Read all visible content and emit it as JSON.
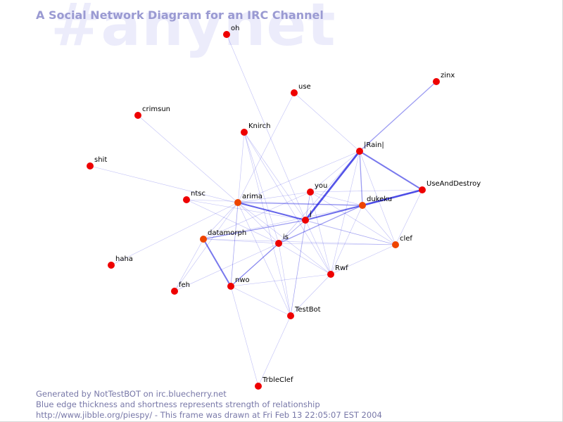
{
  "watermark": "#anynet",
  "title": "A Social Network Diagram for an IRC Channel",
  "footer": {
    "line1": "Generated by NotTestBOT on irc.bluecherry.net",
    "line2": "Blue edge thickness and shortness represents strength of relationship",
    "line3": "http://www.jibble.org/piespy/ - This frame was drawn at Fri Feb 13 22:05:07 EST 2004"
  },
  "colors": {
    "node_default": "#ee0000",
    "node_highlight": "#ee4400",
    "edge": "#0000dd",
    "title": "#9a9ad2",
    "watermark": "#ececfb",
    "footer": "#7878a8"
  },
  "nodes": [
    {
      "id": "oh",
      "label": "oh"
    },
    {
      "id": "use",
      "label": "use"
    },
    {
      "id": "zinx",
      "label": "zinx"
    },
    {
      "id": "crimsun",
      "label": "crimsun"
    },
    {
      "id": "Knirch",
      "label": "Knirch"
    },
    {
      "id": "Rain",
      "label": "|Rain|"
    },
    {
      "id": "shit",
      "label": "shit"
    },
    {
      "id": "UseAndDestroy",
      "label": "UseAndDestroy"
    },
    {
      "id": "ntsc",
      "label": "ntsc"
    },
    {
      "id": "arima",
      "label": "arima",
      "highlight": true
    },
    {
      "id": "you",
      "label": "you"
    },
    {
      "id": "dukeku",
      "label": "dukeku",
      "highlight": true
    },
    {
      "id": "j",
      "label": "j"
    },
    {
      "id": "datamorph",
      "label": "datamorph",
      "highlight": true
    },
    {
      "id": "is",
      "label": "is"
    },
    {
      "id": "clef",
      "label": "clef",
      "highlight": true
    },
    {
      "id": "haha",
      "label": "haha"
    },
    {
      "id": "Rwf",
      "label": "Rwf"
    },
    {
      "id": "feh",
      "label": "feh"
    },
    {
      "id": "nwo",
      "label": "nwo"
    },
    {
      "id": "TestBot",
      "label": "TestBot"
    },
    {
      "id": "TrbleClef",
      "label": "TrbleClef"
    }
  ],
  "edges": [
    {
      "source": "oh",
      "target": "j",
      "strength": 1
    },
    {
      "source": "use",
      "target": "arima",
      "strength": 1
    },
    {
      "source": "use",
      "target": "Rain",
      "strength": 1
    },
    {
      "source": "zinx",
      "target": "Rain",
      "strength": 2
    },
    {
      "source": "crimsun",
      "target": "arima",
      "strength": 1
    },
    {
      "source": "shit",
      "target": "j",
      "strength": 1
    },
    {
      "source": "Knirch",
      "target": "nwo",
      "strength": 1
    },
    {
      "source": "Knirch",
      "target": "Rwf",
      "strength": 1
    },
    {
      "source": "Knirch",
      "target": "TestBot",
      "strength": 1
    },
    {
      "source": "Knirch",
      "target": "j",
      "strength": 1
    },
    {
      "source": "Knirch",
      "target": "is",
      "strength": 1
    },
    {
      "source": "Rain",
      "target": "j",
      "strength": 4
    },
    {
      "source": "Rain",
      "target": "UseAndDestroy",
      "strength": 3
    },
    {
      "source": "Rain",
      "target": "dukeku",
      "strength": 2
    },
    {
      "source": "Rain",
      "target": "arima",
      "strength": 1
    },
    {
      "source": "Rain",
      "target": "clef",
      "strength": 1
    },
    {
      "source": "Rain",
      "target": "is",
      "strength": 1
    },
    {
      "source": "Rain",
      "target": "Rwf",
      "strength": 1
    },
    {
      "source": "Rain",
      "target": "you",
      "strength": 1
    },
    {
      "source": "UseAndDestroy",
      "target": "dukeku",
      "strength": 4
    },
    {
      "source": "UseAndDestroy",
      "target": "clef",
      "strength": 1
    },
    {
      "source": "UseAndDestroy",
      "target": "you",
      "strength": 1
    },
    {
      "source": "UseAndDestroy",
      "target": "j",
      "strength": 1
    },
    {
      "source": "ntsc",
      "target": "j",
      "strength": 1
    },
    {
      "source": "ntsc",
      "target": "dukeku",
      "strength": 1
    },
    {
      "source": "ntsc",
      "target": "is",
      "strength": 1
    },
    {
      "source": "arima",
      "target": "j",
      "strength": 3
    },
    {
      "source": "arima",
      "target": "dukeku",
      "strength": 2
    },
    {
      "source": "arima",
      "target": "you",
      "strength": 1
    },
    {
      "source": "arima",
      "target": "is",
      "strength": 1
    },
    {
      "source": "arima",
      "target": "nwo",
      "strength": 1
    },
    {
      "source": "arima",
      "target": "Rwf",
      "strength": 1
    },
    {
      "source": "arima",
      "target": "clef",
      "strength": 1
    },
    {
      "source": "arima",
      "target": "datamorph",
      "strength": 1
    },
    {
      "source": "arima",
      "target": "haha",
      "strength": 1
    },
    {
      "source": "arima",
      "target": "feh",
      "strength": 1
    },
    {
      "source": "arima",
      "target": "TestBot",
      "strength": 1
    },
    {
      "source": "you",
      "target": "j",
      "strength": 1
    },
    {
      "source": "you",
      "target": "dukeku",
      "strength": 1
    },
    {
      "source": "you",
      "target": "clef",
      "strength": 1
    },
    {
      "source": "you",
      "target": "Rwf",
      "strength": 1
    },
    {
      "source": "you",
      "target": "TestBot",
      "strength": 1
    },
    {
      "source": "you",
      "target": "datamorph",
      "strength": 1
    },
    {
      "source": "dukeku",
      "target": "j",
      "strength": 3
    },
    {
      "source": "dukeku",
      "target": "clef",
      "strength": 1
    },
    {
      "source": "dukeku",
      "target": "is",
      "strength": 2
    },
    {
      "source": "dukeku",
      "target": "Rwf",
      "strength": 1
    },
    {
      "source": "dukeku",
      "target": "datamorph",
      "strength": 1
    },
    {
      "source": "j",
      "target": "datamorph",
      "strength": 2
    },
    {
      "source": "j",
      "target": "is",
      "strength": 1
    },
    {
      "source": "j",
      "target": "clef",
      "strength": 1
    },
    {
      "source": "j",
      "target": "Rwf",
      "strength": 1
    },
    {
      "source": "j",
      "target": "TestBot",
      "strength": 1
    },
    {
      "source": "j",
      "target": "nwo",
      "strength": 1
    },
    {
      "source": "datamorph",
      "target": "nwo",
      "strength": 3
    },
    {
      "source": "datamorph",
      "target": "is",
      "strength": 1
    },
    {
      "source": "datamorph",
      "target": "clef",
      "strength": 1
    },
    {
      "source": "datamorph",
      "target": "feh",
      "strength": 1
    },
    {
      "source": "is",
      "target": "nwo",
      "strength": 2
    },
    {
      "source": "is",
      "target": "clef",
      "strength": 1
    },
    {
      "source": "is",
      "target": "Rwf",
      "strength": 1
    },
    {
      "source": "is",
      "target": "TestBot",
      "strength": 1
    },
    {
      "source": "is",
      "target": "feh",
      "strength": 1
    },
    {
      "source": "Rwf",
      "target": "clef",
      "strength": 1
    },
    {
      "source": "Rwf",
      "target": "nwo",
      "strength": 1
    },
    {
      "source": "Rwf",
      "target": "TestBot",
      "strength": 1
    },
    {
      "source": "nwo",
      "target": "TestBot",
      "strength": 1
    },
    {
      "source": "nwo",
      "target": "TrbleClef",
      "strength": 1
    },
    {
      "source": "TestBot",
      "target": "TrbleClef",
      "strength": 1
    }
  ]
}
